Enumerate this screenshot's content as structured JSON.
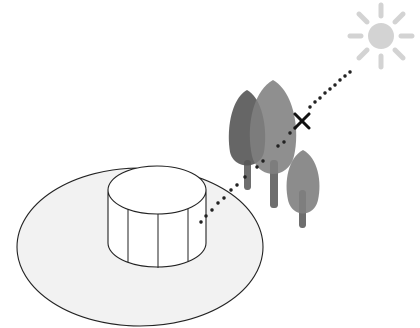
{
  "scene": {
    "icons": {
      "sun": "sun-icon",
      "trees": "tree-icon",
      "blocked_marker": "x-mark-icon",
      "structure": "cylindrical-tower-icon"
    },
    "colors": {
      "ground_fill": "#f2f2f2",
      "outline": "#222222",
      "sun": "#d3d3d3",
      "tree_back": "#7f7f7f",
      "tree_front": "#4b4b4b",
      "trunk": "#6e6e6e",
      "sight_line": "#222222",
      "x_mark": "#111111"
    },
    "trees": [
      {
        "name": "tree-left"
      },
      {
        "name": "tree-middle"
      },
      {
        "name": "tree-right"
      }
    ]
  }
}
